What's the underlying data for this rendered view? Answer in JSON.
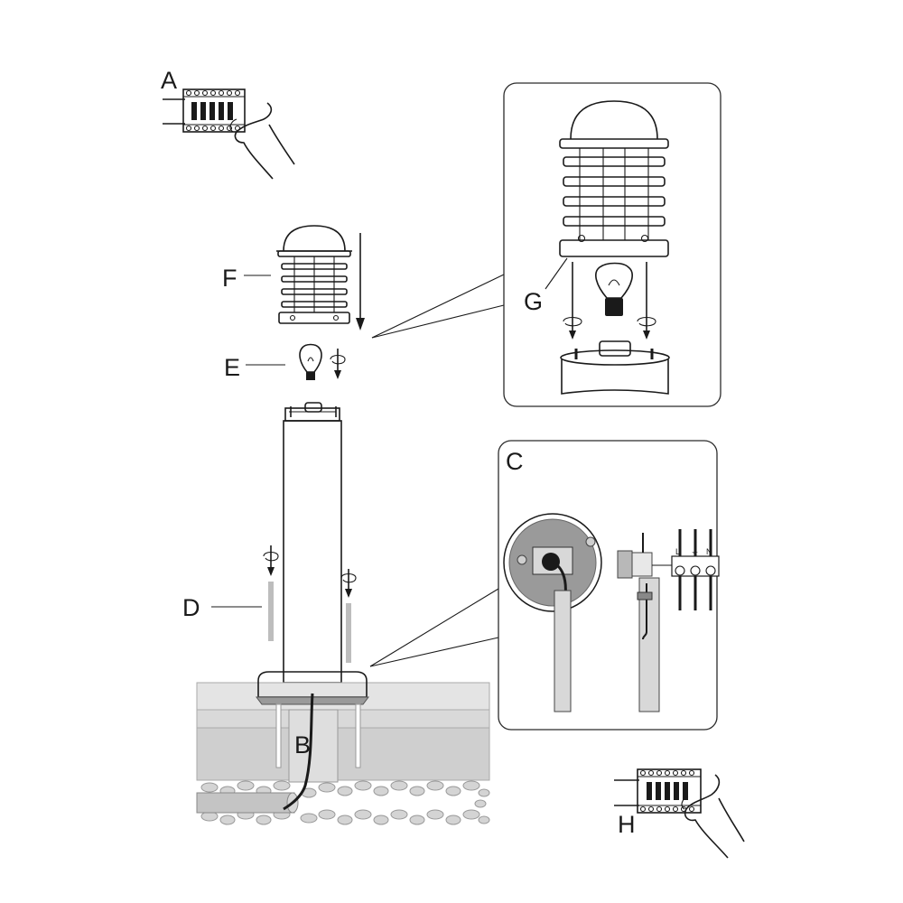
{
  "labels": {
    "a": "A",
    "b": "B",
    "c": "C",
    "d": "D",
    "e": "E",
    "f": "F",
    "g": "G",
    "h": "H"
  },
  "terminal_marks": {
    "live": "L",
    "earth": "⏚",
    "neutral": "N"
  },
  "colors": {
    "line": "#1a1a1a",
    "panel_border": "#2b2b2b",
    "soil_light": "#e4e4e4",
    "soil_dark": "#cfcfcf",
    "gravel": "#d4d4d4",
    "mounting_plate": "#9a9a9a",
    "spike": "#bdbdbd"
  },
  "icons": [
    "breaker-box-icon",
    "hand-icon",
    "bulb-icon",
    "rotate-arrow-icon",
    "down-arrow-icon",
    "terminal-block-icon"
  ]
}
